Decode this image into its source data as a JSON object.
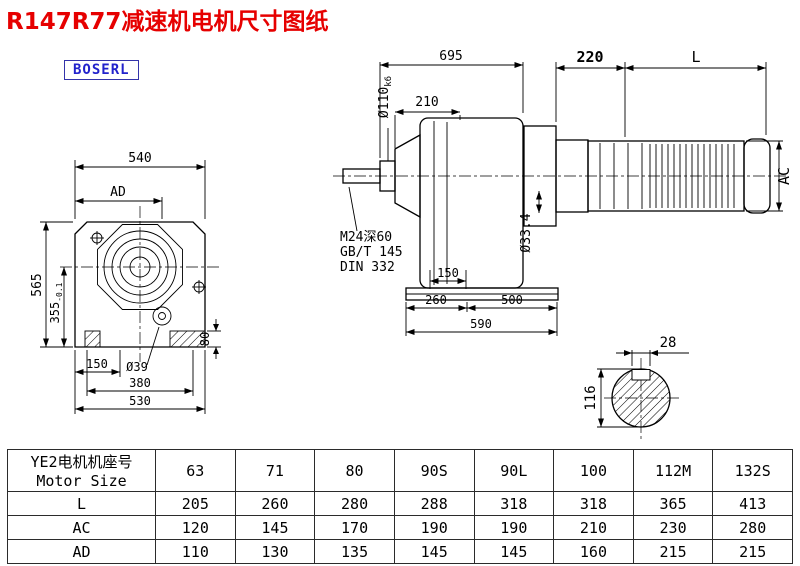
{
  "title": "R147R77减速机电机尺寸图纸",
  "logo": "BOSERL",
  "front_view": {
    "d540": "540",
    "dAD": "AD",
    "d565": "565",
    "d355": "355",
    "d355_tol": "-0.1",
    "d150": "150",
    "d39": "Ø39",
    "d380": "380",
    "d530": "530",
    "d80": "80"
  },
  "side_view": {
    "d695": "695",
    "d220": "220",
    "dL": "L",
    "shaft_dia": "Ø110",
    "shaft_fit": "k6",
    "d210": "210",
    "thread_note": "M24深60",
    "std1": "GB/T 145",
    "std2": "DIN 332",
    "d334": "Ø33.4",
    "d150": "150",
    "d260": "260",
    "d500": "500",
    "d590": "590",
    "dAC": "AC"
  },
  "shaft_section": {
    "key_width": "28",
    "dia": "116"
  },
  "table": {
    "header_line1": "YE2电机机座号",
    "header_line2": "Motor Size",
    "sizes": [
      "63",
      "71",
      "80",
      "90S",
      "90L",
      "100",
      "112M",
      "132S"
    ],
    "rows": [
      {
        "label": "L",
        "values": [
          "205",
          "260",
          "280",
          "288",
          "318",
          "318",
          "365",
          "413"
        ]
      },
      {
        "label": "AC",
        "values": [
          "120",
          "145",
          "170",
          "190",
          "190",
          "210",
          "230",
          "280"
        ]
      },
      {
        "label": "AD",
        "values": [
          "110",
          "130",
          "135",
          "145",
          "145",
          "160",
          "215",
          "215"
        ]
      }
    ]
  },
  "colors": {
    "title_red": "#e60000",
    "logo_blue": "#2222cc",
    "line_black": "#000000"
  }
}
